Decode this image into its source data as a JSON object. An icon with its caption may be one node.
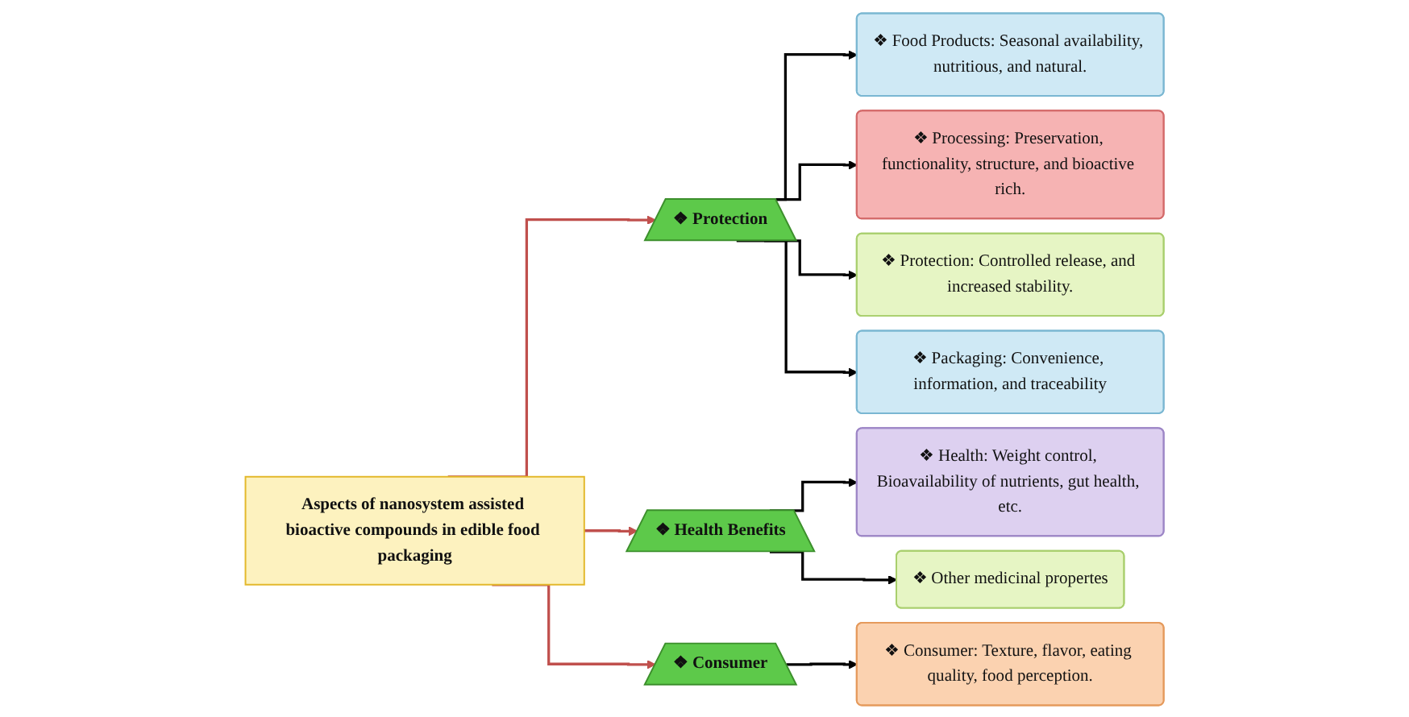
{
  "diagram": {
    "nodes": [
      {
        "text": [
          "Aspects of nanosystem assisted bioactive compounds in edible food packaging"
        ]
      },
      {
        "text": [
          "❖ Protection"
        ]
      },
      {
        "text": [
          "❖ Health Benefits"
        ]
      },
      {
        "text": [
          "❖ Consumer"
        ]
      },
      {
        "text": [
          "❖ Food Products: Seasonal availability, nutritious, and natural."
        ]
      },
      {
        "text": [
          "❖ Processing: Preservation, functionality, structure, and bioactive rich."
        ]
      },
      {
        "text": [
          "❖ Protection: Controlled release, and increased stability."
        ]
      },
      {
        "text": [
          "❖ Packaging: Convenience, information, and traceability"
        ]
      },
      {
        "text": [
          "❖ Health: Weight control, Bioavailability of nutrients, gut health, etc."
        ]
      },
      {
        "text": [
          "❖ Other medicinal propertes"
        ]
      },
      {
        "text": [
          "❖ Consumer: Texture, flavor, eating quality, food perception."
        ]
      }
    ],
    "edges": [
      {
        "from": 0,
        "to": 1,
        "arrow": "to",
        "color": "#c0504d"
      },
      {
        "from": 0,
        "to": 2,
        "arrow": "to",
        "color": "#c0504d"
      },
      {
        "from": 0,
        "to": 3,
        "arrow": "to",
        "color": "#c0504d"
      },
      {
        "from": 1,
        "to": 4,
        "arrow": "to"
      },
      {
        "from": 1,
        "to": 5,
        "arrow": "to"
      },
      {
        "from": 1,
        "to": 6,
        "arrow": "to"
      },
      {
        "from": 1,
        "to": 7,
        "arrow": "to"
      },
      {
        "from": 2,
        "to": 8,
        "arrow": "to"
      },
      {
        "from": 2,
        "to": 9,
        "arrow": "to"
      },
      {
        "from": 3,
        "to": 10,
        "arrow": "to"
      }
    ]
  }
}
